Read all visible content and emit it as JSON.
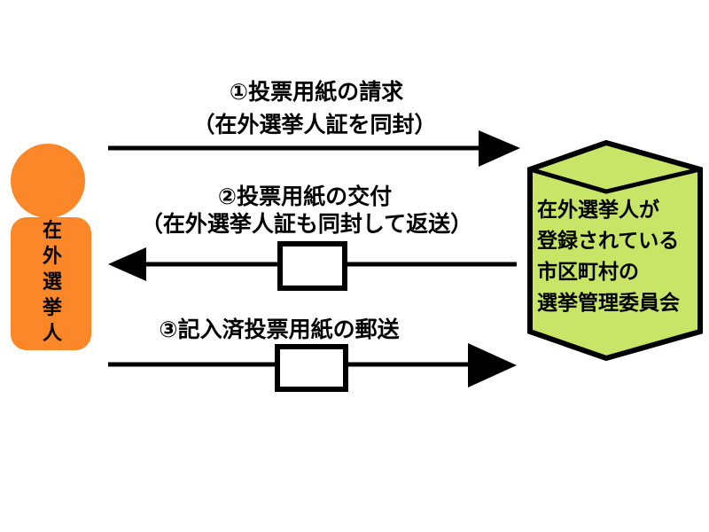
{
  "actor": {
    "label": "在外選挙人"
  },
  "committee": {
    "lines": [
      "在外選挙人が",
      "登録されている",
      "市区町村の",
      "選挙管理委員会"
    ]
  },
  "flows": [
    {
      "step": "1",
      "direction": "right",
      "label": "①投票用紙の請求",
      "sublabel": "（在外選挙人証を同封）",
      "envelope": false
    },
    {
      "step": "2",
      "direction": "left",
      "label": "②投票用紙の交付",
      "sublabel": "（在外選挙人証も同封して返送）",
      "envelope": true
    },
    {
      "step": "3",
      "direction": "right",
      "label": "③記入済投票用紙の郵送",
      "envelope": true
    }
  ],
  "colors": {
    "actor_fill": "#fb8728",
    "committee_fill": "#c9e567",
    "arrow": "#000000",
    "envelope_fill": "#ffffff",
    "background": "#ffffff"
  }
}
